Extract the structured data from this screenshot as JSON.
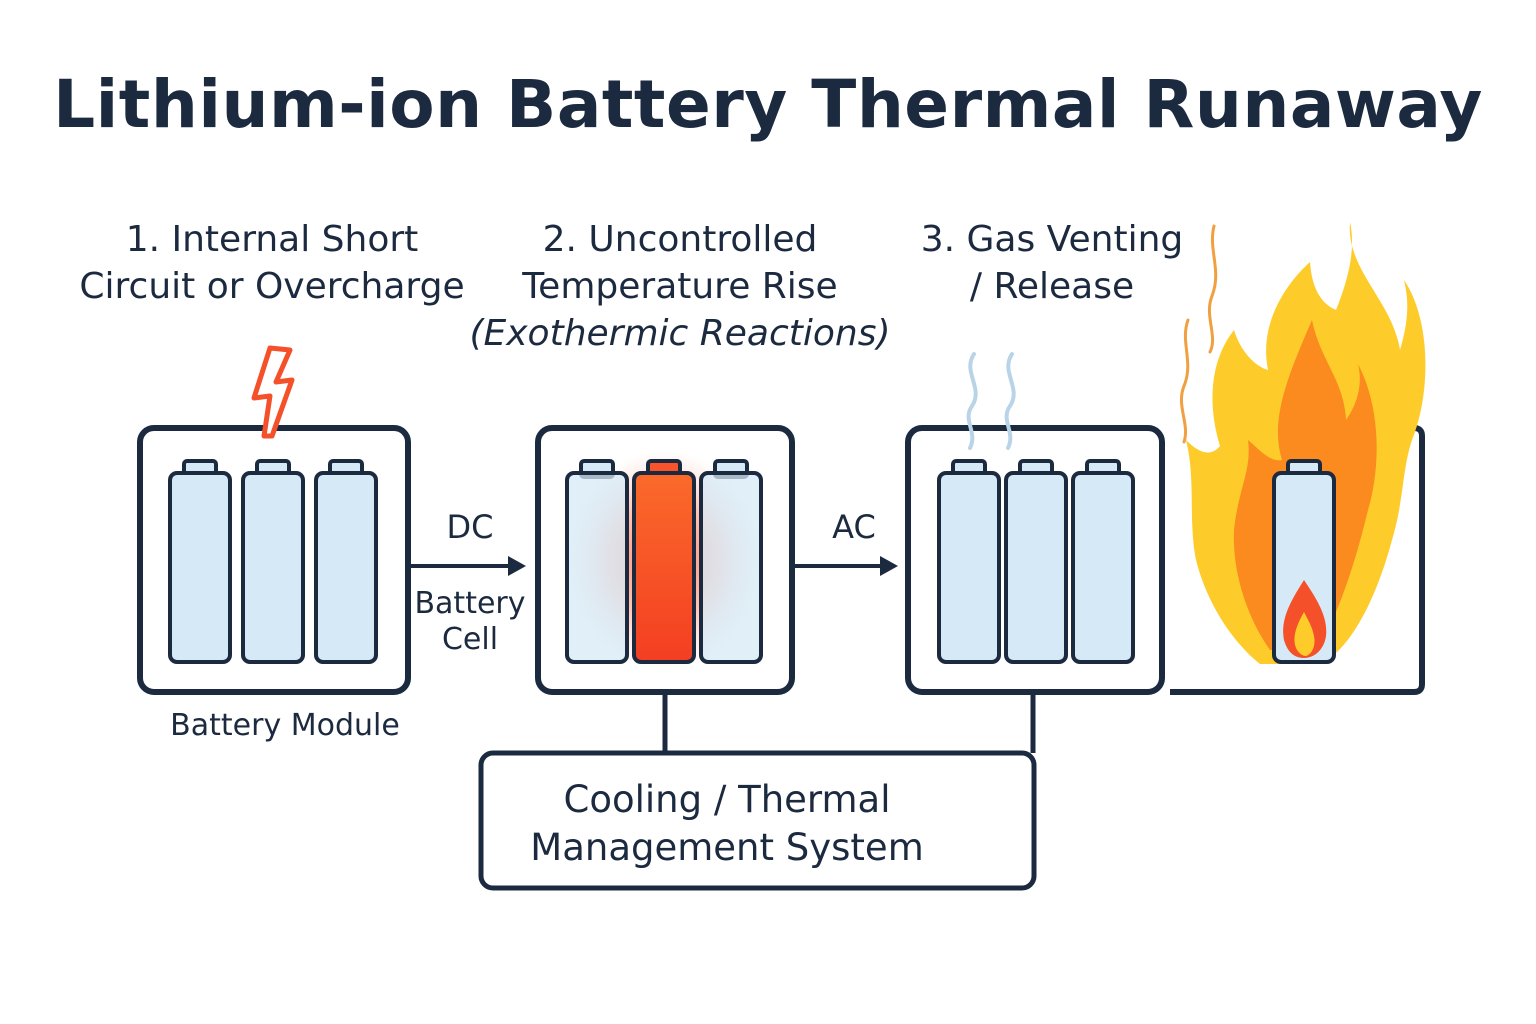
{
  "title": "Lithium-ion Battery Thermal Runaway",
  "steps": [
    {
      "lines": [
        "1. Internal Short",
        "Circuit or Overcharge"
      ]
    },
    {
      "lines": [
        "2. Uncontrolled",
        "Temperature Rise"
      ],
      "note": "(Exothermic Reactions)"
    },
    {
      "lines": [
        "3. Gas Venting",
        "/ Release"
      ]
    }
  ],
  "labels": {
    "module": "Battery Module",
    "connector_1": "DC",
    "connector_2": "AC",
    "cell_line1": "Battery",
    "cell_line2": "Cell",
    "tms_line1": "Cooling / Thermal",
    "tms_line2": "Management System"
  },
  "colors": {
    "outline": "#1c2a40",
    "cell_fill": "#d6e9f6",
    "hot_cell": "#f8532a",
    "spark": "#f4502a",
    "flame_outer": "#fdcc2b",
    "flame_inner": "#fb8a1f",
    "vapor": "#b9d4e6",
    "smoke": "#f0a040"
  },
  "icons": [
    "lightning-icon",
    "heat-glow",
    "vapor-icon",
    "fire-icon",
    "smoke-icon"
  ]
}
